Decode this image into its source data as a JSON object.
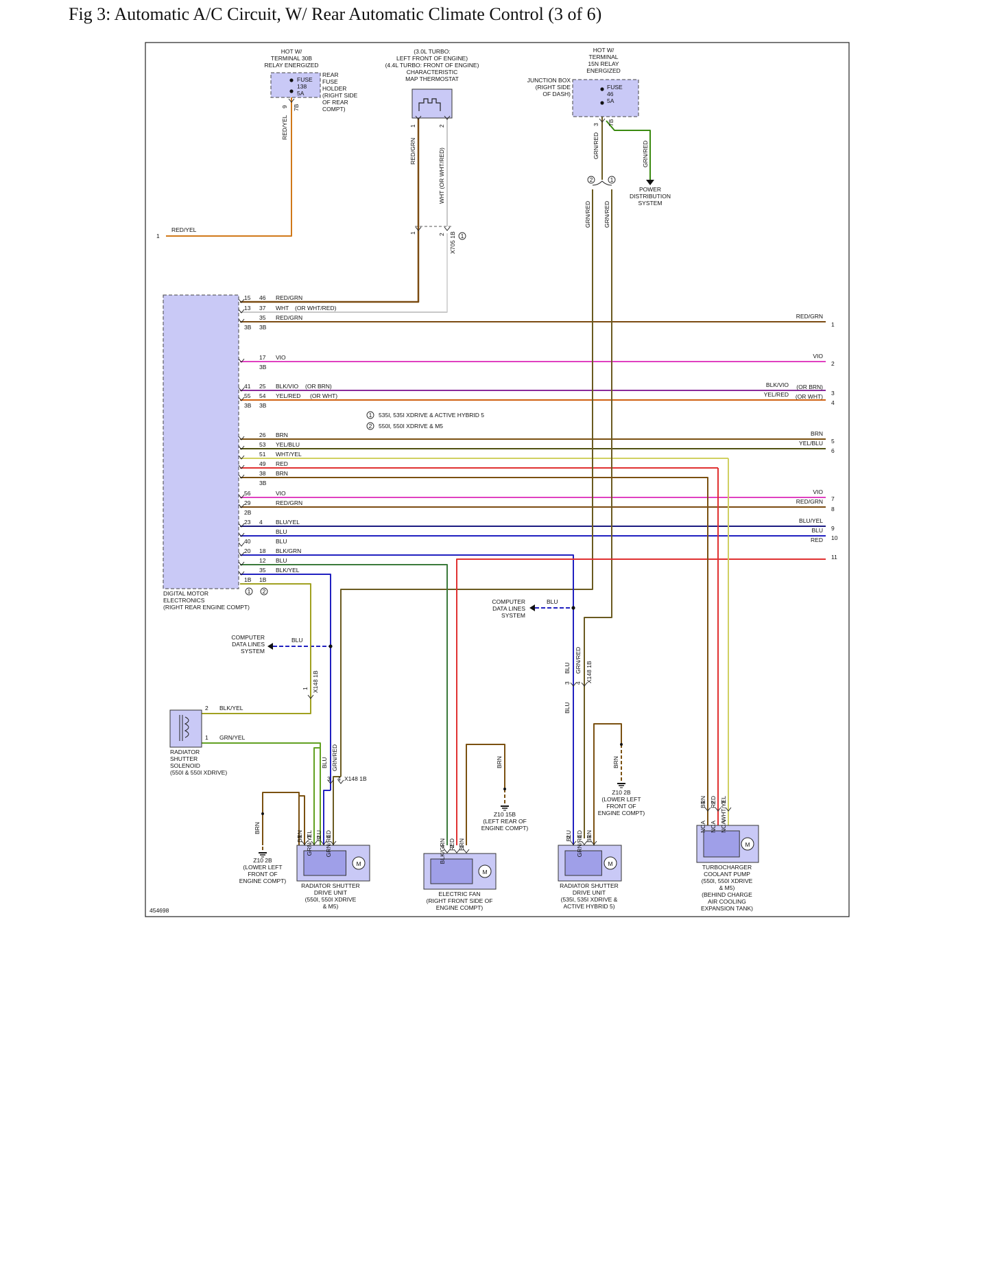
{
  "title": "Fig 3: Automatic A/C Circuit, W/ Rear Automatic Climate Control (3 of 6)",
  "figure_id": "454698",
  "colors": {
    "RED/YEL": "#d07818",
    "RED/GRN": "#7a4a10",
    "WHT": "#c8c8c8",
    "VIO": "#e040c0",
    "BLK/VIO": "#8a2a9a",
    "YEL/RED": "#d06010",
    "BRN": "#7a5010",
    "YEL/BLU": "#505010",
    "WHT/YEL": "#d0d060",
    "RED": "#e03030",
    "BLU/YEL": "#1a1a80",
    "BLU": "#2020c0",
    "BLK/GRN": "#3a7a3a",
    "BLK/YEL": "#a0a020",
    "GRN/RED": "#6a5a20",
    "GRN/YEL": "#60a020",
    "GRN/RED_R": "#3a8a10",
    "component_fill": "#c9c9f6"
  },
  "components": {
    "fuse138": {
      "header": [
        "HOT W/",
        "TERMINAL 30B",
        "RELAY ENERGIZED"
      ],
      "label": [
        "FUSE",
        "138",
        "5A"
      ],
      "side": [
        "REAR",
        "FUSE",
        "HOLDER",
        "(RIGHT SIDE",
        "OF REAR",
        "COMPT)"
      ],
      "pin": "9",
      "conn": "7B",
      "wire": "RED/YEL"
    },
    "thermostat": {
      "header": [
        "(3.0L TURBO:",
        "LEFT FRONT OF ENGINE)",
        "(4.4L TURBO: FRONT OF ENGINE)",
        "CHARACTERISTIC",
        "MAP THERMOSTAT"
      ],
      "pin1": "1",
      "pin2": "2",
      "wire1": "RED/GRN",
      "wire2": "WHT  (OR WHT/RED)",
      "conn": "X705 1B",
      "note": "1"
    },
    "fuse46": {
      "header": [
        "HOT W/",
        "TERMINAL",
        "15N RELAY",
        "ENERGIZED"
      ],
      "side": [
        "JUNCTION BOX",
        "(RIGHT SIDE",
        "OF DASH)"
      ],
      "label": [
        "FUSE",
        "46",
        "5A"
      ],
      "pin": "3",
      "conn": "7B",
      "wire1": "GRN/RED",
      "wire2": "GRN/RED",
      "dest": [
        "POWER",
        "DISTRIBUTION",
        "SYSTEM"
      ],
      "v1": "2",
      "v2": "1"
    },
    "dme": {
      "label": [
        "DIGITAL MOTOR",
        "ELECTRONICS",
        "(RIGHT REAR ENGINE COMPT)"
      ],
      "notes": [
        "1",
        "2"
      ]
    },
    "input_wire": {
      "num": "1",
      "wire": "RED/YEL"
    },
    "legend": [
      {
        "num": "1",
        "text": "535I, 535I XDRIVE & ACTIVE HYBRID 5"
      },
      {
        "num": "2",
        "text": "550I, 550I XDRIVE & M5"
      }
    ],
    "cdl_left": {
      "label": [
        "COMPUTER",
        "DATA LINES",
        "SYSTEM"
      ],
      "wire": "BLU"
    },
    "cdl_right": {
      "label": [
        "COMPUTER",
        "DATA LINES",
        "SYSTEM"
      ],
      "wire": "BLU"
    },
    "solenoid": {
      "label": [
        "RADIATOR",
        "SHUTTER",
        "SOLENOID",
        "(550I & 550I XDRIVE)"
      ],
      "pin2": "2",
      "wire2": "BLK/YEL",
      "pin1": "1",
      "wire1": "GRN/YEL"
    },
    "x148_left": {
      "conn": "X148 1B",
      "pin": "1"
    },
    "x148_right": {
      "conn": "X148 1B",
      "pin3": "3",
      "pin4": "4",
      "wire_a": "BLU",
      "wire_b": "GRN/RED"
    },
    "x148_mid": {
      "conn": "X148 1B",
      "pin3": "3",
      "pin4": "4",
      "wire_a": "BLU",
      "wire_b": "GRN/RED"
    },
    "ground_left": {
      "label": [
        "Z10 2B",
        "(LOWER LEFT",
        "FRONT OF",
        "ENGINE COMPT)"
      ],
      "wire": "BRN"
    },
    "ground_mid": {
      "label": [
        "Z10 15B",
        "(LEFT REAR OF",
        "ENGINE COMPT)"
      ],
      "wire": "BRN"
    },
    "ground_right": {
      "label": [
        "Z10 2B",
        "(LOWER LEFT",
        "FRONT OF",
        "ENGINE COMPT)"
      ],
      "wire": "BRN"
    },
    "shutter1": {
      "label": [
        "RADIATOR SHUTTER",
        "DRIVE UNIT",
        "(550I, 550I XDRIVE",
        "& M5)"
      ],
      "pins": [
        "1",
        "3",
        "2",
        "4"
      ],
      "wires": [
        "BRN",
        "GRN/YEL",
        "BLU",
        "GRN/RED"
      ]
    },
    "fan": {
      "label": [
        "ELECTRIC FAN",
        "(RIGHT FRONT SIDE OF",
        "ENGINE COMPT)"
      ],
      "pins": [
        "4",
        "2",
        "1"
      ],
      "wires": [
        "BLK/GRN",
        "RED",
        "BRN"
      ]
    },
    "shutter2": {
      "label": [
        "RADIATOR SHUTTER",
        "DRIVE UNIT",
        "(535I, 535I XDRIVE &",
        "ACTIVE HYBRID 5)"
      ],
      "pins": [
        "2",
        "4",
        "1"
      ],
      "wires": [
        "BLU",
        "GRN/RED",
        "BRN"
      ]
    },
    "pump": {
      "label": [
        "TURBOCHARGER",
        "COOLANT PUMP",
        "(550I, 550I XDRIVE",
        "& M5)",
        "(BEHIND CHARGE",
        "AIR COOLING",
        "EXPANSION TANK)"
      ],
      "pins": [
        "1",
        "2",
        "3"
      ],
      "nca": [
        "NCA",
        "NCA",
        "NCA"
      ],
      "wires": [
        "BRN",
        "RED",
        "WHT/YEL"
      ]
    },
    "motor_symbol": "M"
  },
  "dme_pins": [
    {
      "a": "15",
      "b": "46",
      "wire": "RED/GRN",
      "alt": ""
    },
    {
      "a": "13",
      "b": "37",
      "wire": "WHT",
      "alt": "(OR WHT/RED)"
    },
    {
      "a": "",
      "b": "35",
      "wire": "RED/GRN",
      "alt": ""
    },
    {
      "a": "3B",
      "b": "3B",
      "wire": "",
      "alt": ""
    },
    {
      "a": "",
      "b": "17",
      "wire": "VIO",
      "alt": ""
    },
    {
      "a": "",
      "b": "3B",
      "wire": "",
      "alt": ""
    },
    {
      "a": "41",
      "b": "25",
      "wire": "BLK/VIO",
      "alt": "(OR BRN)"
    },
    {
      "a": "55",
      "b": "54",
      "wire": "YEL/RED",
      "alt": "(OR WHT)"
    },
    {
      "a": "3B",
      "b": "3B",
      "wire": "",
      "alt": ""
    },
    {
      "a": "",
      "b": "26",
      "wire": "BRN",
      "alt": ""
    },
    {
      "a": "",
      "b": "53",
      "wire": "YEL/BLU",
      "alt": ""
    },
    {
      "a": "",
      "b": "51",
      "wire": "WHT/YEL",
      "alt": ""
    },
    {
      "a": "",
      "b": "49",
      "wire": "RED",
      "alt": ""
    },
    {
      "a": "",
      "b": "38",
      "wire": "BRN",
      "alt": ""
    },
    {
      "a": "",
      "b": "3B",
      "wire": "",
      "alt": ""
    },
    {
      "a": "56",
      "b": "",
      "wire": "VIO",
      "alt": ""
    },
    {
      "a": "29",
      "b": "",
      "wire": "RED/GRN",
      "alt": ""
    },
    {
      "a": "2B",
      "b": "",
      "wire": "",
      "alt": ""
    },
    {
      "a": "23",
      "b": "4",
      "wire": "BLU/YEL",
      "alt": ""
    },
    {
      "a": "",
      "b": "",
      "wire": "BLU",
      "alt": ""
    },
    {
      "a": "40",
      "b": "",
      "wire": "BLU",
      "alt": ""
    },
    {
      "a": "20",
      "b": "18",
      "wire": "BLK/GRN",
      "alt": ""
    },
    {
      "a": "",
      "b": "12",
      "wire": "BLU",
      "alt": ""
    },
    {
      "a": "",
      "b": "35",
      "wire": "BLK/YEL",
      "alt": ""
    },
    {
      "a": "1B",
      "b": "1B",
      "wire": "",
      "alt": ""
    }
  ],
  "right_outputs": [
    {
      "num": "1",
      "wire": "RED/GRN",
      "alt": ""
    },
    {
      "num": "2",
      "wire": "VIO",
      "alt": ""
    },
    {
      "num": "3",
      "wire": "BLK/VIO",
      "alt": "(OR BRN)"
    },
    {
      "num": "4",
      "wire": "YEL/RED",
      "alt": "(OR WHT)"
    },
    {
      "num": "5",
      "wire": "BRN",
      "alt": ""
    },
    {
      "num": "6",
      "wire": "YEL/BLU",
      "alt": ""
    },
    {
      "num": "7",
      "wire": "VIO",
      "alt": ""
    },
    {
      "num": "8",
      "wire": "RED/GRN",
      "alt": ""
    },
    {
      "num": "9",
      "wire": "BLU/YEL",
      "alt": ""
    },
    {
      "num": "10",
      "wire": "BLU",
      "alt": ""
    },
    {
      "num": "11",
      "wire": "RED",
      "alt": ""
    }
  ]
}
